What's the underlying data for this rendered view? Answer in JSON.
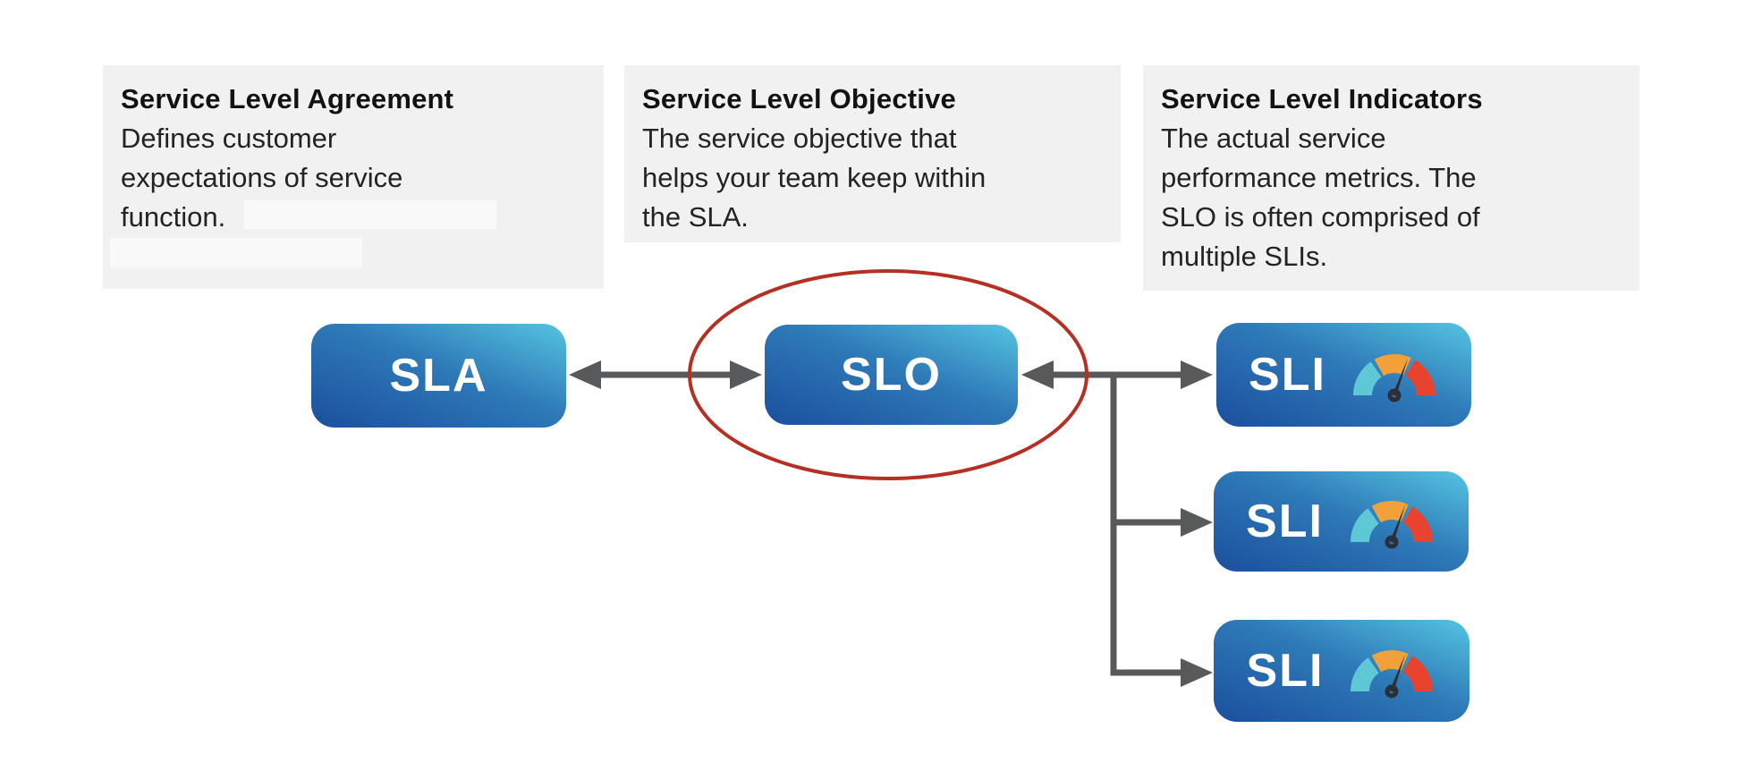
{
  "cards": [
    {
      "title": "Service Level Agreement",
      "lines": [
        "Defines customer",
        "expectations of service",
        "function."
      ]
    },
    {
      "title": "Service Level Objective",
      "lines": [
        "The service objective that",
        "helps your team keep within",
        "the SLA."
      ]
    },
    {
      "title": "Service Level Indicators",
      "lines": [
        "The actual service",
        "performance metrics. The",
        "SLO is often comprised of",
        "multiple SLIs."
      ]
    }
  ],
  "nodes": {
    "sla": {
      "label": "SLA"
    },
    "slo": {
      "label": "SLO",
      "highlighted": true
    },
    "sli1": {
      "label": "SLI",
      "icon": "gauge-icon"
    },
    "sli2": {
      "label": "SLI",
      "icon": "gauge-icon"
    },
    "sli3": {
      "label": "SLI",
      "icon": "gauge-icon"
    }
  },
  "colors": {
    "card_bg": "#f1f1f2",
    "node_gradient_start": "#1b4f9d",
    "node_gradient_mid": "#2e7ab8",
    "node_gradient_end": "#55c4e1",
    "connector": "#58595b",
    "highlight_ellipse": "#b52f23",
    "gauge_teal": "#5fc8d7",
    "gauge_orange": "#f2a13a",
    "gauge_red": "#e8432e",
    "gauge_needle": "#2b2f36"
  }
}
